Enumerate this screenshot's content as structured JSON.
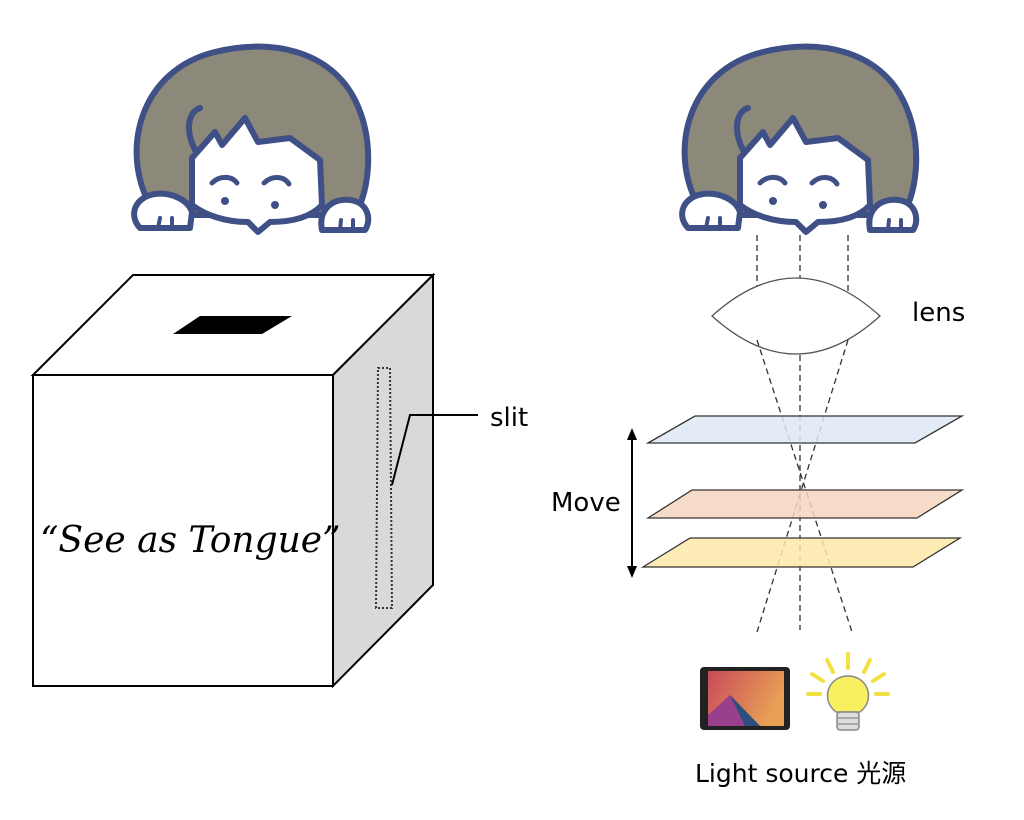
{
  "box": {
    "caption": "“See as Tongue”",
    "slit_label": "slit"
  },
  "optics": {
    "lens_label": "lens",
    "move_label": "Move",
    "light_source_label": "Light source 光源"
  },
  "colors": {
    "hair": "#8c887a",
    "outline": "#3e5086",
    "plane_top": "#dde8f5",
    "plane_middle": "#f6d5bf",
    "plane_bottom": "#fde9a8",
    "box_side": "#d9d9d9"
  }
}
